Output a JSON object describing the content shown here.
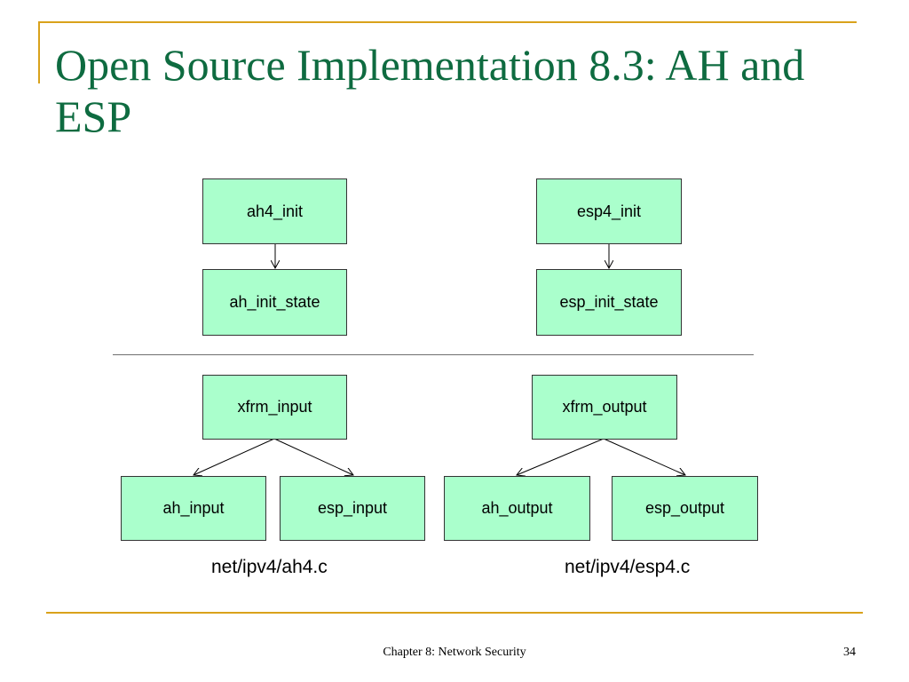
{
  "slide": {
    "title": "Open Source Implementation 8.3: AH and ESP",
    "footer_chapter": "Chapter 8: Network Security",
    "page_number": "34",
    "accent_color": "#d9a21b",
    "title_color": "#0e6b40",
    "box_color": "#aaffcc"
  },
  "diagram": {
    "ah4_init": "ah4_init",
    "ah_init_state": "ah_init_state",
    "esp4_init": "esp4_init",
    "esp_init_state": "esp_init_state",
    "xfrm_input": "xfrm_input",
    "xfrm_output": "xfrm_output",
    "ah_input": "ah_input",
    "esp_input": "esp_input",
    "ah_output": "ah_output",
    "esp_output": "esp_output",
    "file_ah": "net/ipv4/ah4.c",
    "file_esp": "net/ipv4/esp4.c"
  }
}
